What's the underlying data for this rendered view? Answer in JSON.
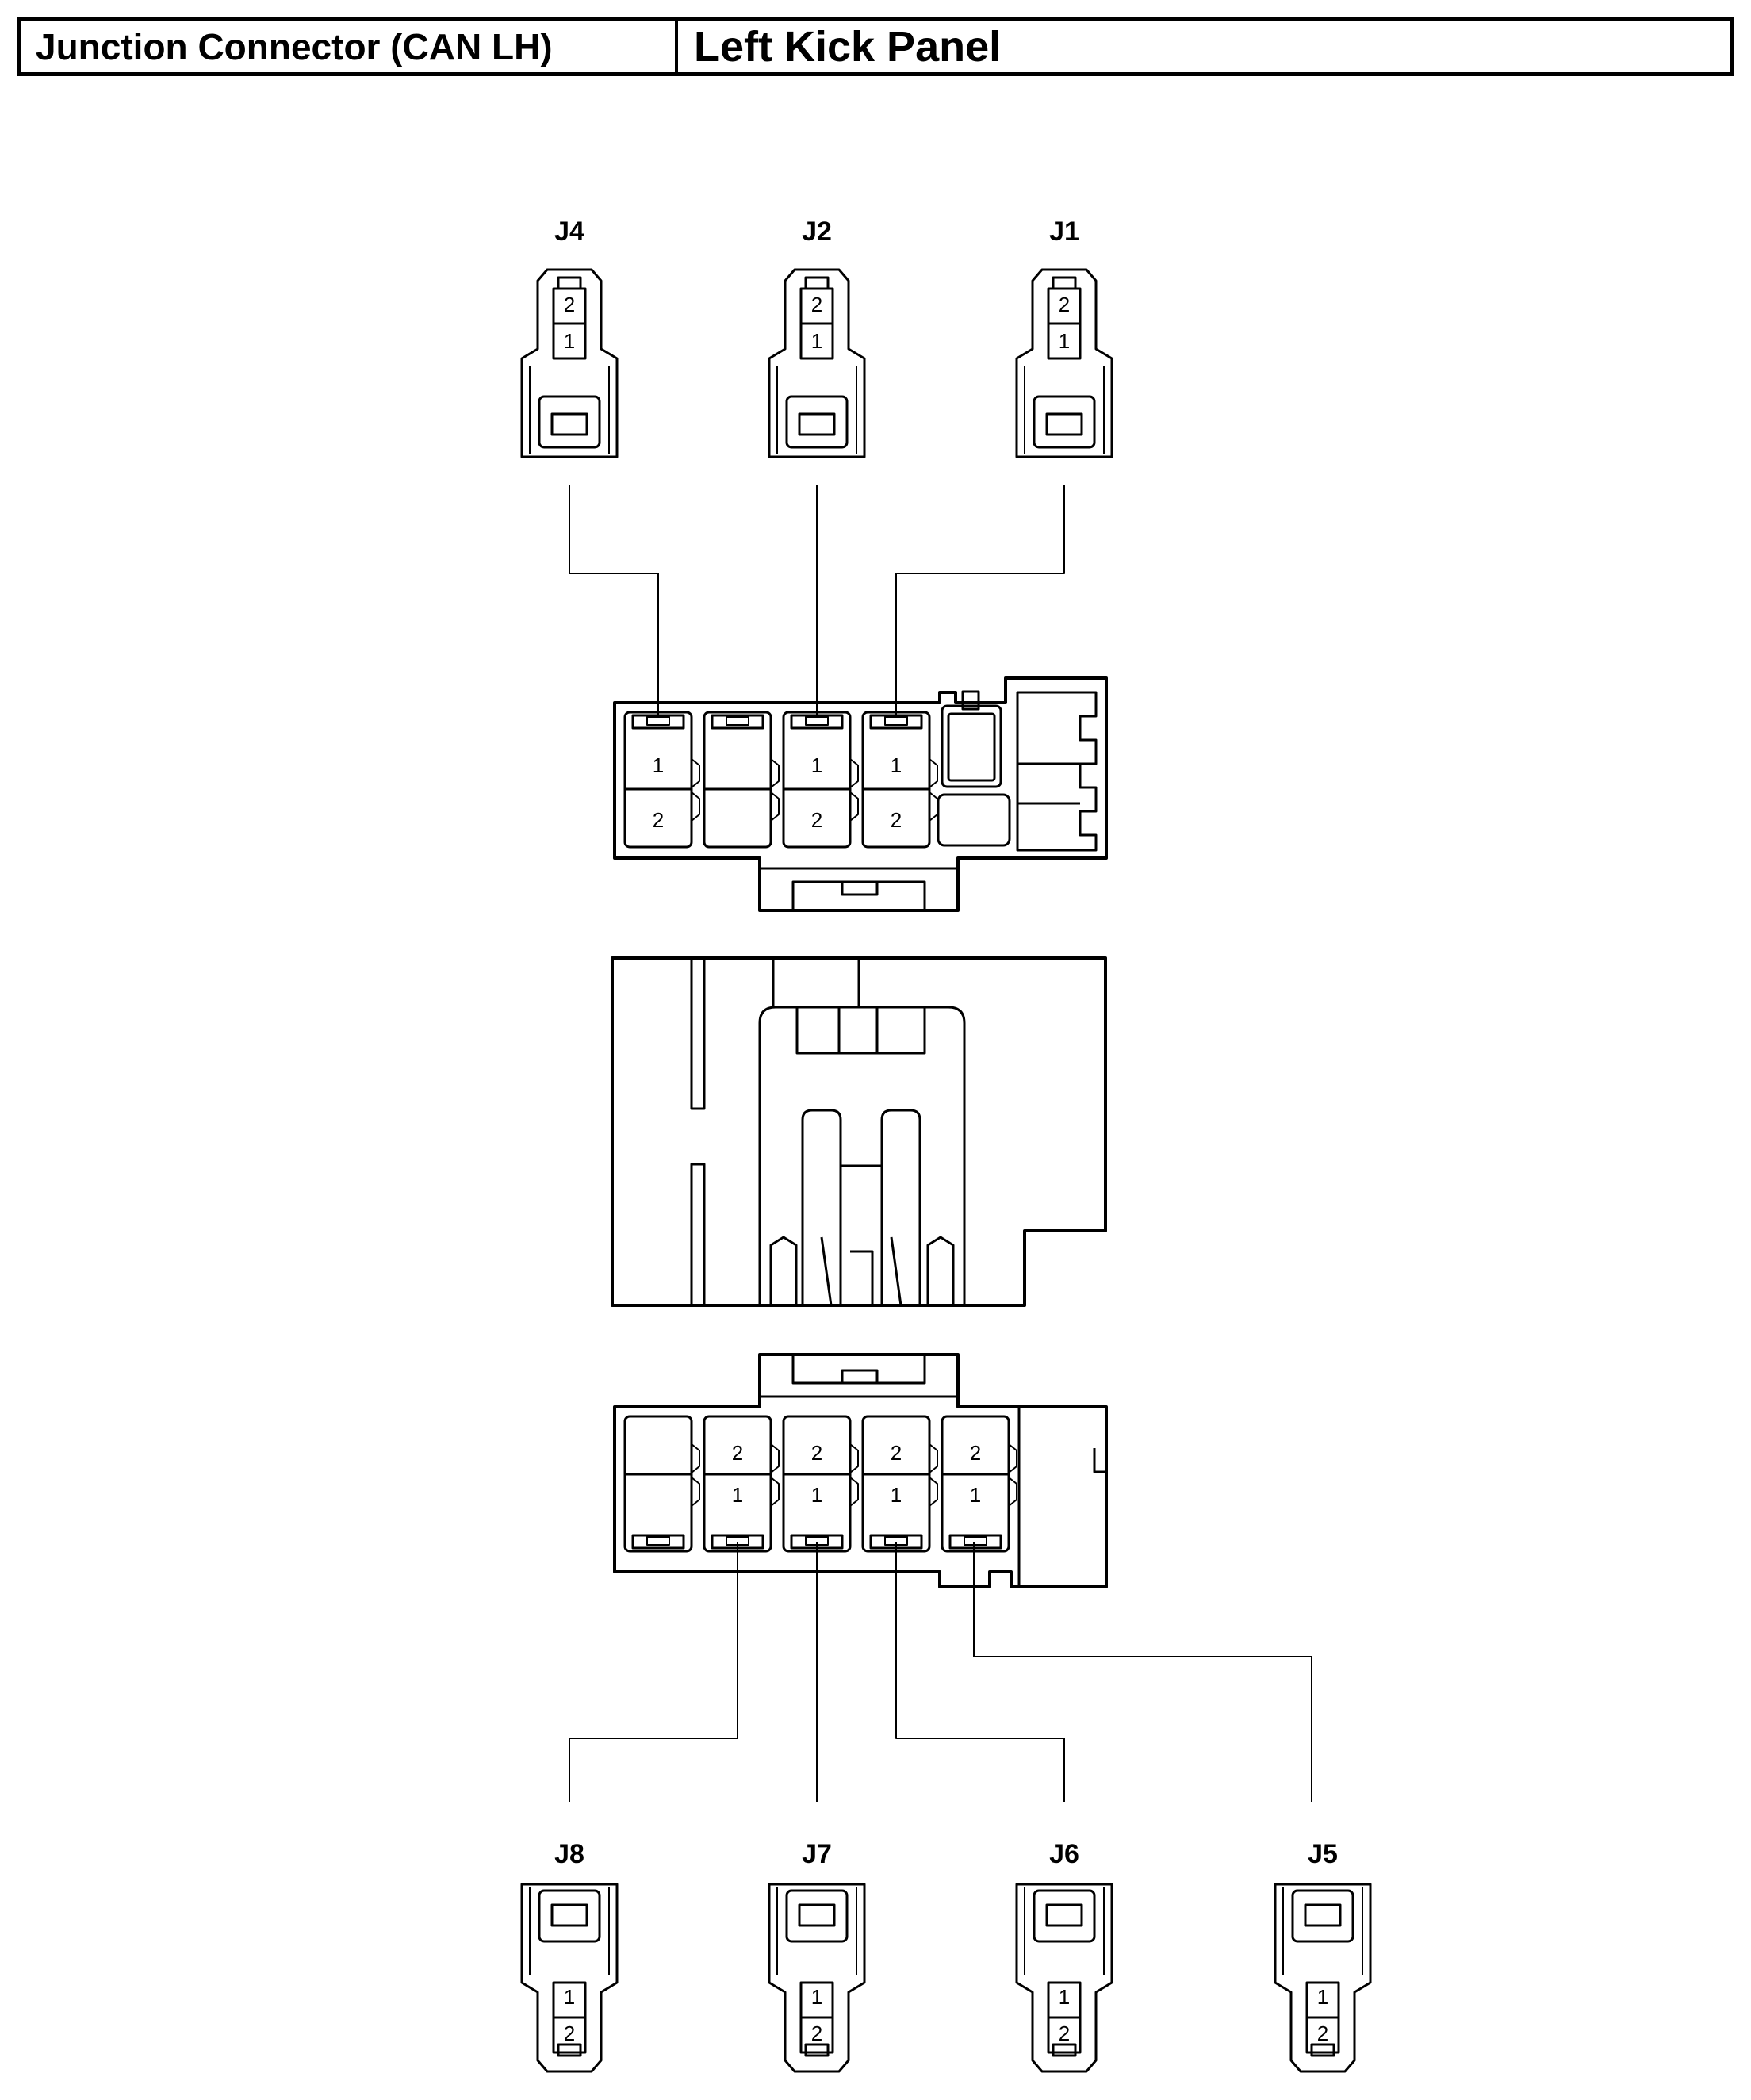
{
  "header": {
    "left": "Junction Connector (CAN LH)",
    "right": "Left Kick Panel"
  },
  "upper_connectors": [
    {
      "id": "J4",
      "pins": [
        "2",
        "1"
      ]
    },
    {
      "id": "J2",
      "pins": [
        "2",
        "1"
      ]
    },
    {
      "id": "J1",
      "pins": [
        "2",
        "1"
      ]
    }
  ],
  "lower_connectors": [
    {
      "id": "J8",
      "pins": [
        "1",
        "2"
      ]
    },
    {
      "id": "J7",
      "pins": [
        "1",
        "2"
      ]
    },
    {
      "id": "J6",
      "pins": [
        "1",
        "2"
      ]
    },
    {
      "id": "J5",
      "pins": [
        "1",
        "2"
      ]
    }
  ],
  "top_block": {
    "cavities": [
      {
        "top": "1",
        "bottom": "2"
      },
      {
        "top": "",
        "bottom": ""
      },
      {
        "top": "1",
        "bottom": "2"
      },
      {
        "top": "1",
        "bottom": "2"
      }
    ]
  },
  "bottom_block": {
    "cavities": [
      {
        "top": "",
        "bottom": ""
      },
      {
        "top": "2",
        "bottom": "1"
      },
      {
        "top": "2",
        "bottom": "1"
      },
      {
        "top": "2",
        "bottom": "1"
      },
      {
        "top": "2",
        "bottom": "1"
      }
    ]
  }
}
